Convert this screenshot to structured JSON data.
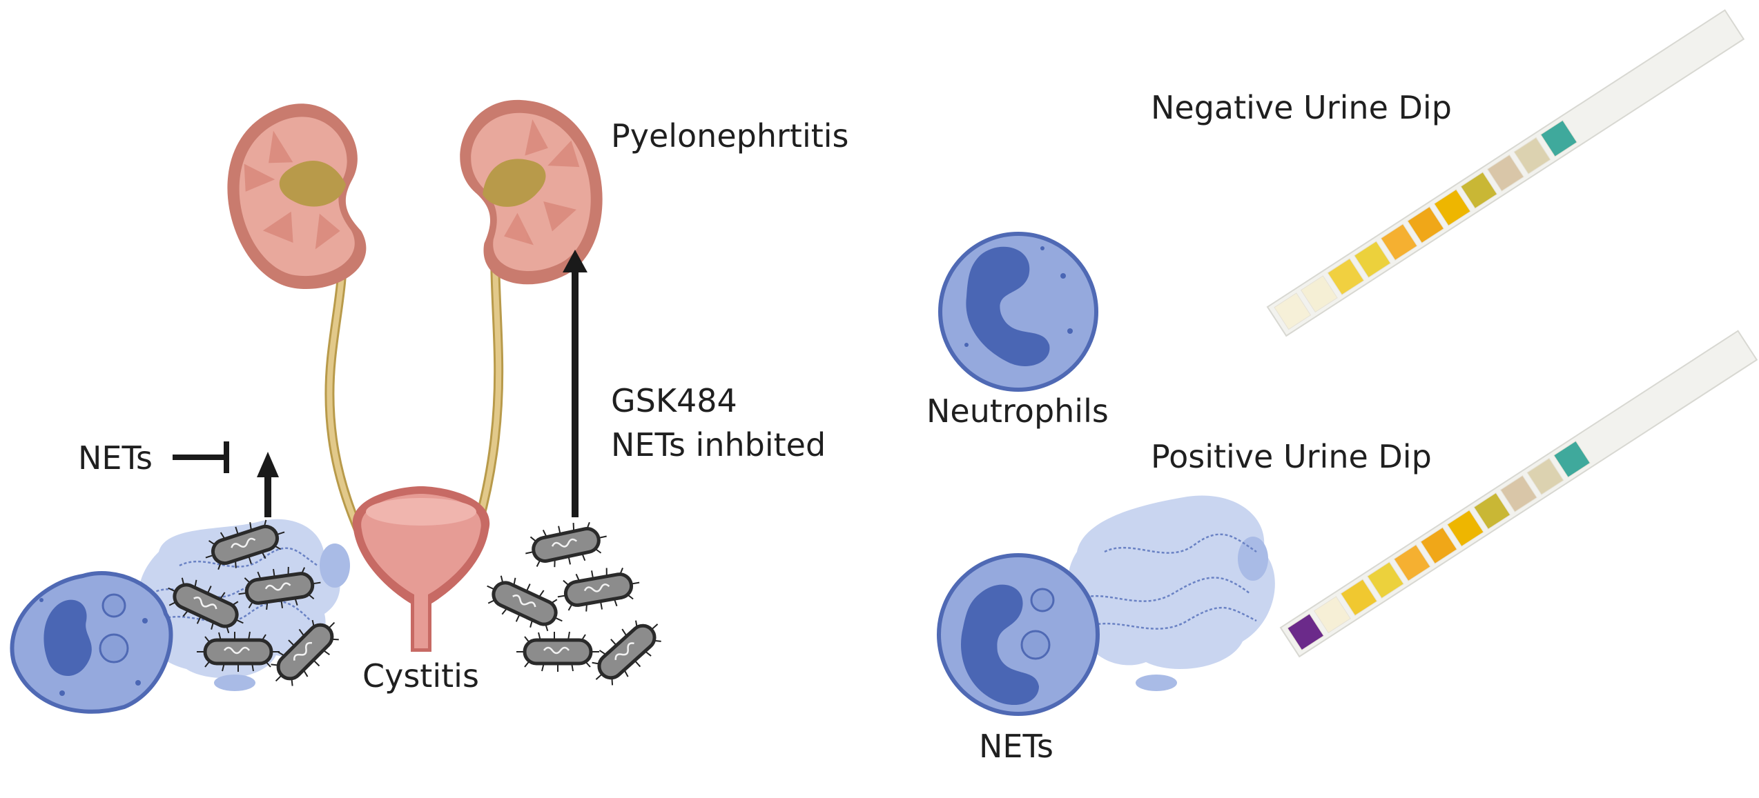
{
  "labels": {
    "pyelonephritis": "Pyelonephrtitis",
    "gsk484": "GSK484",
    "nets_inhibited": "NETs inhbited",
    "nets_left": "NETs",
    "cystitis": "Cystitis",
    "negative_dip": "Negative Urine Dip",
    "positive_dip": "Positive Urine Dip",
    "neutrophils": "Neutrophils",
    "nets_right": "NETs"
  },
  "colors": {
    "kidney_outer": "#c97b6e",
    "kidney_inner": "#e8a89c",
    "pelvis": "#b89a4a",
    "ureter": "#d9bf7e",
    "bladder": "#d98b84",
    "cell_fill": "#95a9dd",
    "cell_stroke": "#4f69b4",
    "nucleus": "#4a66b4",
    "net_cloud": "#c3d0ee",
    "bacteria": "#8a8a8a",
    "arrow": "#1a1a1a"
  },
  "icons": [
    "kidney-icon",
    "bladder-icon",
    "neutrophil-icon",
    "bacteria-icon",
    "urine-dipstick-icon",
    "inhibition-arrow-icon"
  ],
  "dipstick": {
    "negative_pads": [
      "#f6f0d8",
      "#f5efd5",
      "#f1d040",
      "#ecd13c",
      "#f5b031",
      "#f0a718",
      "#eeb600",
      "#c9b735",
      "#d9c6a8",
      "#dcd2b0",
      "#3fa99c"
    ],
    "positive_pads": [
      "#6b2a8a",
      "#f6efd6",
      "#f0c830",
      "#ecd13c",
      "#f5b031",
      "#f0a718",
      "#eeb600",
      "#c9b735",
      "#d9c6a8",
      "#dcd2b0",
      "#3fa99c"
    ]
  }
}
